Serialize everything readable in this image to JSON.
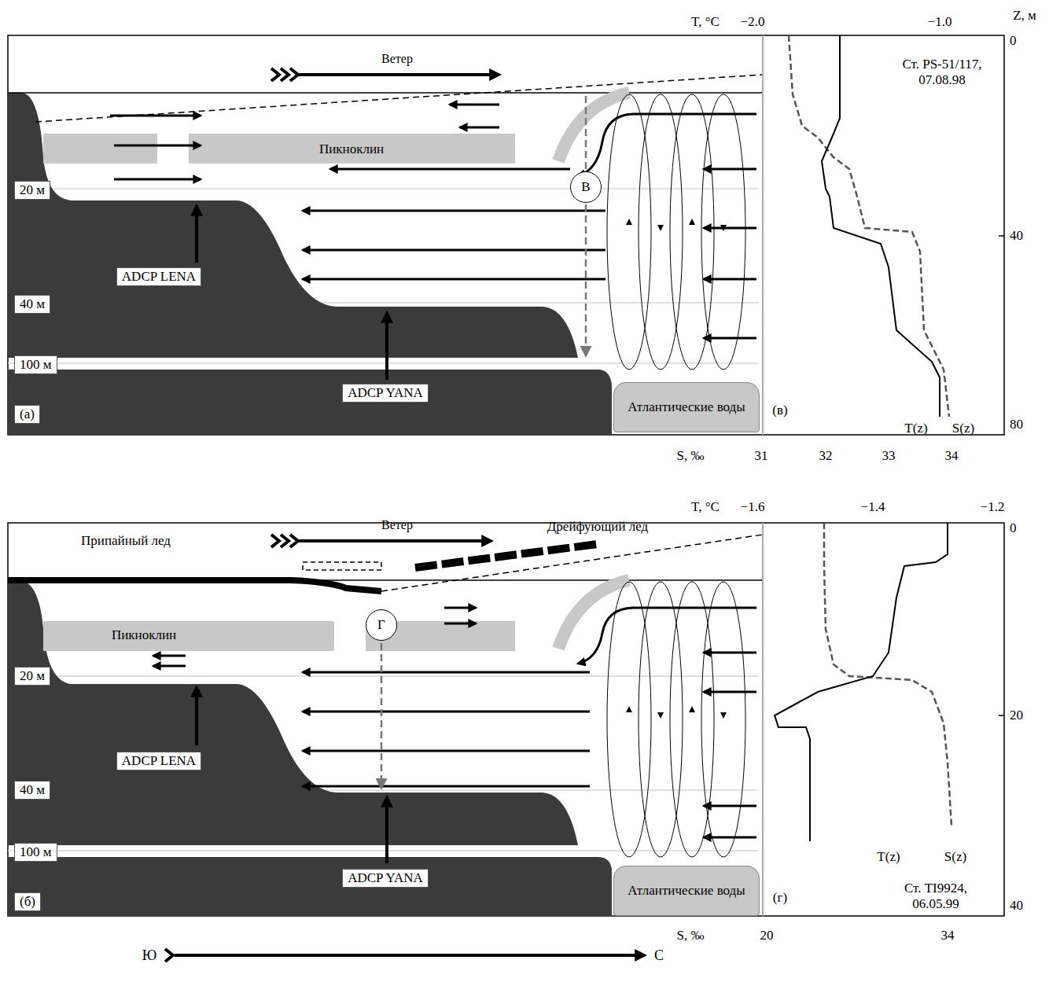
{
  "diagram": {
    "nodes": [
      {
        "text": [
          "В"
        ]
      },
      {
        "text": [
          "20 м"
        ]
      },
      {
        "text": [
          "ADCP LENA"
        ]
      },
      {
        "text": [
          "40 м"
        ]
      },
      {
        "text": [
          "ADCP YANA"
        ]
      },
      {
        "text": [
          "100 м"
        ]
      },
      {
        "text": [
          "(а)"
        ]
      },
      {
        "text": [
          "Атлантические воды"
        ]
      },
      {
        "text": [
          "Г"
        ]
      },
      {
        "text": [
          "20 м"
        ]
      },
      {
        "text": [
          "ADCP LENA"
        ]
      },
      {
        "text": [
          "40 м"
        ]
      },
      {
        "text": [
          "ADCP YANA"
        ]
      },
      {
        "text": [
          "100 м"
        ]
      },
      {
        "text": [
          "(б)"
        ]
      },
      {
        "text": [
          "Атлантические воды"
        ]
      }
    ],
    "labels": [
      "Ветер",
      "Пикноклин",
      "T, °C",
      "−2.0",
      "−1.0",
      "Z, м",
      "0",
      "Ст. PS-51/117, 07.08.98",
      "40",
      "T(z)",
      "S(z)",
      "(в)",
      "80",
      "S, ‰",
      "31",
      "32",
      "33",
      "34",
      "Припайный лед",
      "Ветер",
      "Дрейфующий лед",
      "T, °C",
      "−1.6",
      "−1.4",
      "−1.2",
      "0",
      "Пикноклин",
      "20",
      "T(z)",
      "S(z)",
      "Ст. TI9924, 06.05.99",
      "(г)",
      "40",
      "S, ‰",
      "20",
      "34",
      "Ю",
      "С"
    ]
  }
}
